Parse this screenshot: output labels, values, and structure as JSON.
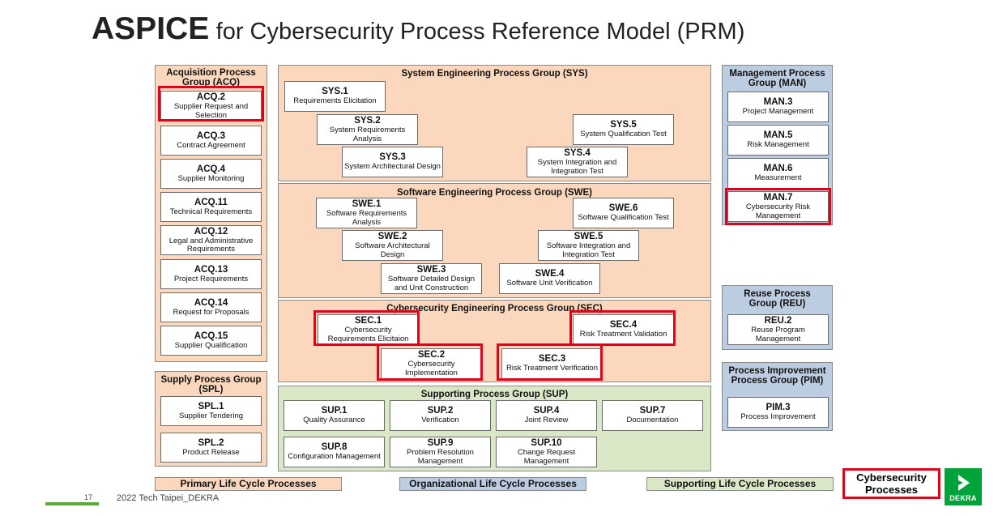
{
  "title": {
    "strong": "ASPICE",
    "rest": "for Cybersecurity Process Reference Model (PRM)"
  },
  "groups": {
    "acq": {
      "title": "Acquisition Process Group (ACQ)",
      "color": "#fad7bd",
      "items": [
        {
          "code": "ACQ.2",
          "name": "Supplier Request and Selection"
        },
        {
          "code": "ACQ.3",
          "name": "Contract Agreement"
        },
        {
          "code": "ACQ.4",
          "name": "Supplier Monitoring"
        },
        {
          "code": "ACQ.11",
          "name": "Technical Requirements"
        },
        {
          "code": "ACQ.12",
          "name": "Legal and Administrative Requirements"
        },
        {
          "code": "ACQ.13",
          "name": "Project Requirements"
        },
        {
          "code": "ACQ.14",
          "name": "Request for Proposals"
        },
        {
          "code": "ACQ.15",
          "name": "Supplier Qualification"
        }
      ]
    },
    "spl": {
      "title": "Supply Process Group (SPL)",
      "color": "#fad7bd",
      "items": [
        {
          "code": "SPL.1",
          "name": "Supplier Tendering"
        },
        {
          "code": "SPL.2",
          "name": "Product Release"
        }
      ]
    },
    "sys": {
      "title": "System Engineering Process Group (SYS)",
      "color": "#fad7bd",
      "items": [
        {
          "code": "SYS.1",
          "name": "Requirements Elicitation"
        },
        {
          "code": "SYS.2",
          "name": "System Requirements Analysis"
        },
        {
          "code": "SYS.3",
          "name": "System Architectural Design"
        },
        {
          "code": "SYS.4",
          "name": "System Integration and Integration Test"
        },
        {
          "code": "SYS.5",
          "name": "System Qualification Test"
        }
      ]
    },
    "swe": {
      "title": "Software Engineering Process Group (SWE)",
      "color": "#fad7bd",
      "items": [
        {
          "code": "SWE.1",
          "name": "Software Requirements Analysis"
        },
        {
          "code": "SWE.2",
          "name": "Software Architectural Design"
        },
        {
          "code": "SWE.3",
          "name": "Software Detailed Design and Unit Construction"
        },
        {
          "code": "SWE.4",
          "name": "Software Unit Verification"
        },
        {
          "code": "SWE.5",
          "name": "Software Integration and Integration Test"
        },
        {
          "code": "SWE.6",
          "name": "Software Qualification Test"
        }
      ]
    },
    "sec": {
      "title": "Cybersecurity Engineering Process Group (SEC)",
      "color": "#fad7bd",
      "items": [
        {
          "code": "SEC.1",
          "name": "Cybersecurity Requirements Elicitaion"
        },
        {
          "code": "SEC.2",
          "name": "Cybersecurity Implementation"
        },
        {
          "code": "SEC.3",
          "name": "Risk Treatment Verification"
        },
        {
          "code": "SEC.4",
          "name": "Risk Treatment Validation"
        }
      ]
    },
    "sup": {
      "title": "Supporting Process Group (SUP)",
      "color": "#dbe8c8",
      "items": [
        {
          "code": "SUP.1",
          "name": "Quality Assurance"
        },
        {
          "code": "SUP.2",
          "name": "Verification"
        },
        {
          "code": "SUP.4",
          "name": "Joint Review"
        },
        {
          "code": "SUP.7",
          "name": "Documentation"
        },
        {
          "code": "SUP.8",
          "name": "Configuration Management"
        },
        {
          "code": "SUP.9",
          "name": "Problem Resolution Management"
        },
        {
          "code": "SUP.10",
          "name": "Change Request Management"
        }
      ]
    },
    "man": {
      "title": "Management Process Group (MAN)",
      "color": "#bccde1",
      "items": [
        {
          "code": "MAN.3",
          "name": "Project Management"
        },
        {
          "code": "MAN.5",
          "name": "Risk Management"
        },
        {
          "code": "MAN.6",
          "name": "Measurement"
        },
        {
          "code": "MAN.7",
          "name": "Cybersecurity Risk Management"
        }
      ]
    },
    "reu": {
      "title": "Reuse Process Group (REU)",
      "color": "#bccde1",
      "items": [
        {
          "code": "REU.2",
          "name": "Reuse Program Management"
        }
      ]
    },
    "pim": {
      "title": "Process Improvement Process Group (PIM)",
      "color": "#bccde1",
      "items": [
        {
          "code": "PIM.3",
          "name": "Process Improvement"
        }
      ]
    }
  },
  "footer": {
    "primary": "Primary Life Cycle Processes",
    "organizational": "Organizational Life Cycle Processes",
    "supporting": "Supporting Life Cycle Processes"
  },
  "legend": {
    "line1": "Cybersecurity",
    "line2": "Processes",
    "color": "#e2001a"
  },
  "logo": {
    "text": "DEKRA",
    "color": "#00a33a"
  },
  "page_number": "17",
  "event": "2022 Tech Taipei_DEKRA"
}
